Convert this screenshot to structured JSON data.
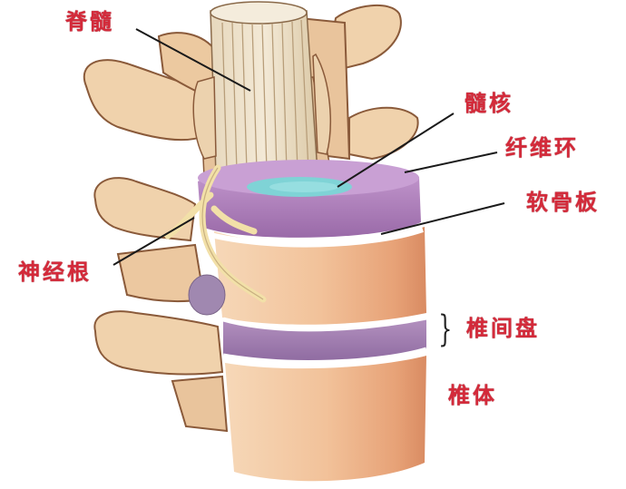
{
  "diagram": {
    "subject": "lumbar spine anatomy",
    "labels": {
      "spinal_cord": "脊髓",
      "nucleus_pulposus": "髓核",
      "annulus_fibrosus": "纤维环",
      "cartilage_endplate": "软骨板",
      "nerve_root": "神经根",
      "intervertebral_disc": "椎间盘",
      "vertebral_body": "椎体"
    },
    "brace_symbol": "}"
  },
  "colors": {
    "label_text": "#d42a3a",
    "leader_line": "#1a1a1a",
    "bone": "#f0d2ac",
    "bone_shadow": "#d9a47a",
    "bone_outline": "#8a5a3a",
    "spinal_cord": "#efe3c9",
    "disc_annulus": "#b07fb8",
    "disc_nucleus": "#7fd3d6",
    "vertebral_body": "#f2c7a0",
    "vertebral_body_shadow": "#e09a6a",
    "endplate": "#ffffff",
    "nerve": "#f2e0a8",
    "ligament_purple": "#a088b0"
  }
}
